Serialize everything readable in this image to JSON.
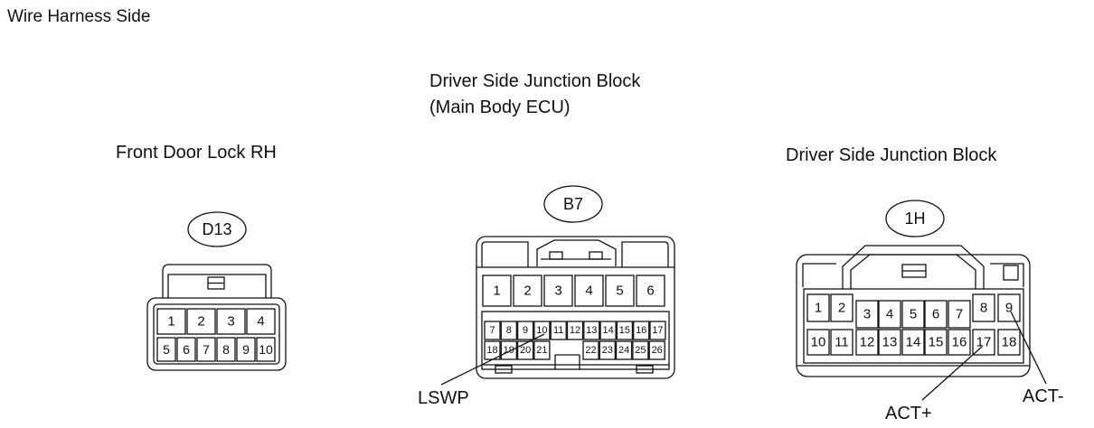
{
  "page": {
    "title": "Wire Harness Side"
  },
  "connectors": [
    {
      "id": "d13",
      "title_lines": [
        "Front Door Lock RH"
      ],
      "code": "D13",
      "rows": [
        [
          "1",
          "2",
          "3",
          "4"
        ],
        [
          "5",
          "6",
          "7",
          "8",
          "9",
          "10"
        ]
      ]
    },
    {
      "id": "b7",
      "title_lines": [
        "Driver Side Junction Block",
        "(Main Body ECU)"
      ],
      "code": "B7",
      "rows": [
        [
          "1",
          "2",
          "3",
          "4",
          "5",
          "6"
        ],
        [
          "7",
          "8",
          "9",
          "10",
          "11",
          "12",
          "13",
          "14",
          "15",
          "16",
          "17"
        ],
        [
          "18",
          "19",
          "20",
          "21",
          "22",
          "23",
          "24",
          "25",
          "26"
        ]
      ],
      "callouts": [
        {
          "pin": "10",
          "label": "LSWP"
        }
      ]
    },
    {
      "id": "1h",
      "title_lines": [
        "Driver Side Junction Block"
      ],
      "code": "1H",
      "rows": [
        [
          "1",
          "2",
          "3",
          "4",
          "5",
          "6",
          "7",
          "8",
          "9"
        ],
        [
          "10",
          "11",
          "12",
          "13",
          "14",
          "15",
          "16",
          "17",
          "18"
        ]
      ],
      "callouts": [
        {
          "pin": "17",
          "label": "ACT+"
        },
        {
          "pin": "9",
          "label": "ACT-"
        }
      ]
    }
  ]
}
